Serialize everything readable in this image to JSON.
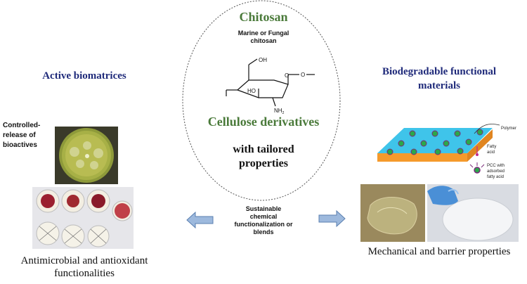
{
  "center": {
    "title": "Chitosan",
    "source_line1": "Marine or  Fungal",
    "source_line2": "chitosan",
    "chem_labels": {
      "oh_top": "OH",
      "oh_mid": "HO",
      "nh2": "NH",
      "nh2_sub": "2",
      "o_ring": "O",
      "o_link": "O"
    },
    "subtitle": "Cellulose derivatives",
    "tailored_line1": "with tailored",
    "tailored_line2": "properties",
    "method_lines": [
      "Sustainable",
      "chemical",
      "functionalization or",
      "blends"
    ]
  },
  "left": {
    "heading": "Active biomatrices",
    "controlled_lines": [
      "Controlled-",
      "release of",
      "bioactives"
    ],
    "caption_line1": "Antimicrobial and antioxidant",
    "caption_line2": "functionalities"
  },
  "right": {
    "heading_line1": "Biodegradable functional",
    "heading_line2": "materials",
    "legend_polymer": "Polymer",
    "legend_fatty1": "Fatty",
    "legend_fatty2": "acid",
    "legend_pcc1": "PCC with",
    "legend_pcc2": "adsorbed",
    "legend_pcc3": "fatty acid",
    "caption": "Mechanical and barrier properties"
  },
  "colors": {
    "green_title": "#4a7a3a",
    "navy_title": "#1f2a7a",
    "arrow_fill": "#9db9dd",
    "arrow_stroke": "#5a7fb0",
    "film_cyan": "#3fc4ea",
    "film_orange": "#f59a2c",
    "particle_green": "#2aa84a",
    "spike_purple": "#7a2a7a"
  },
  "icons": [
    "left-arrow-icon",
    "right-arrow-icon",
    "chitosan-structure-icon"
  ]
}
